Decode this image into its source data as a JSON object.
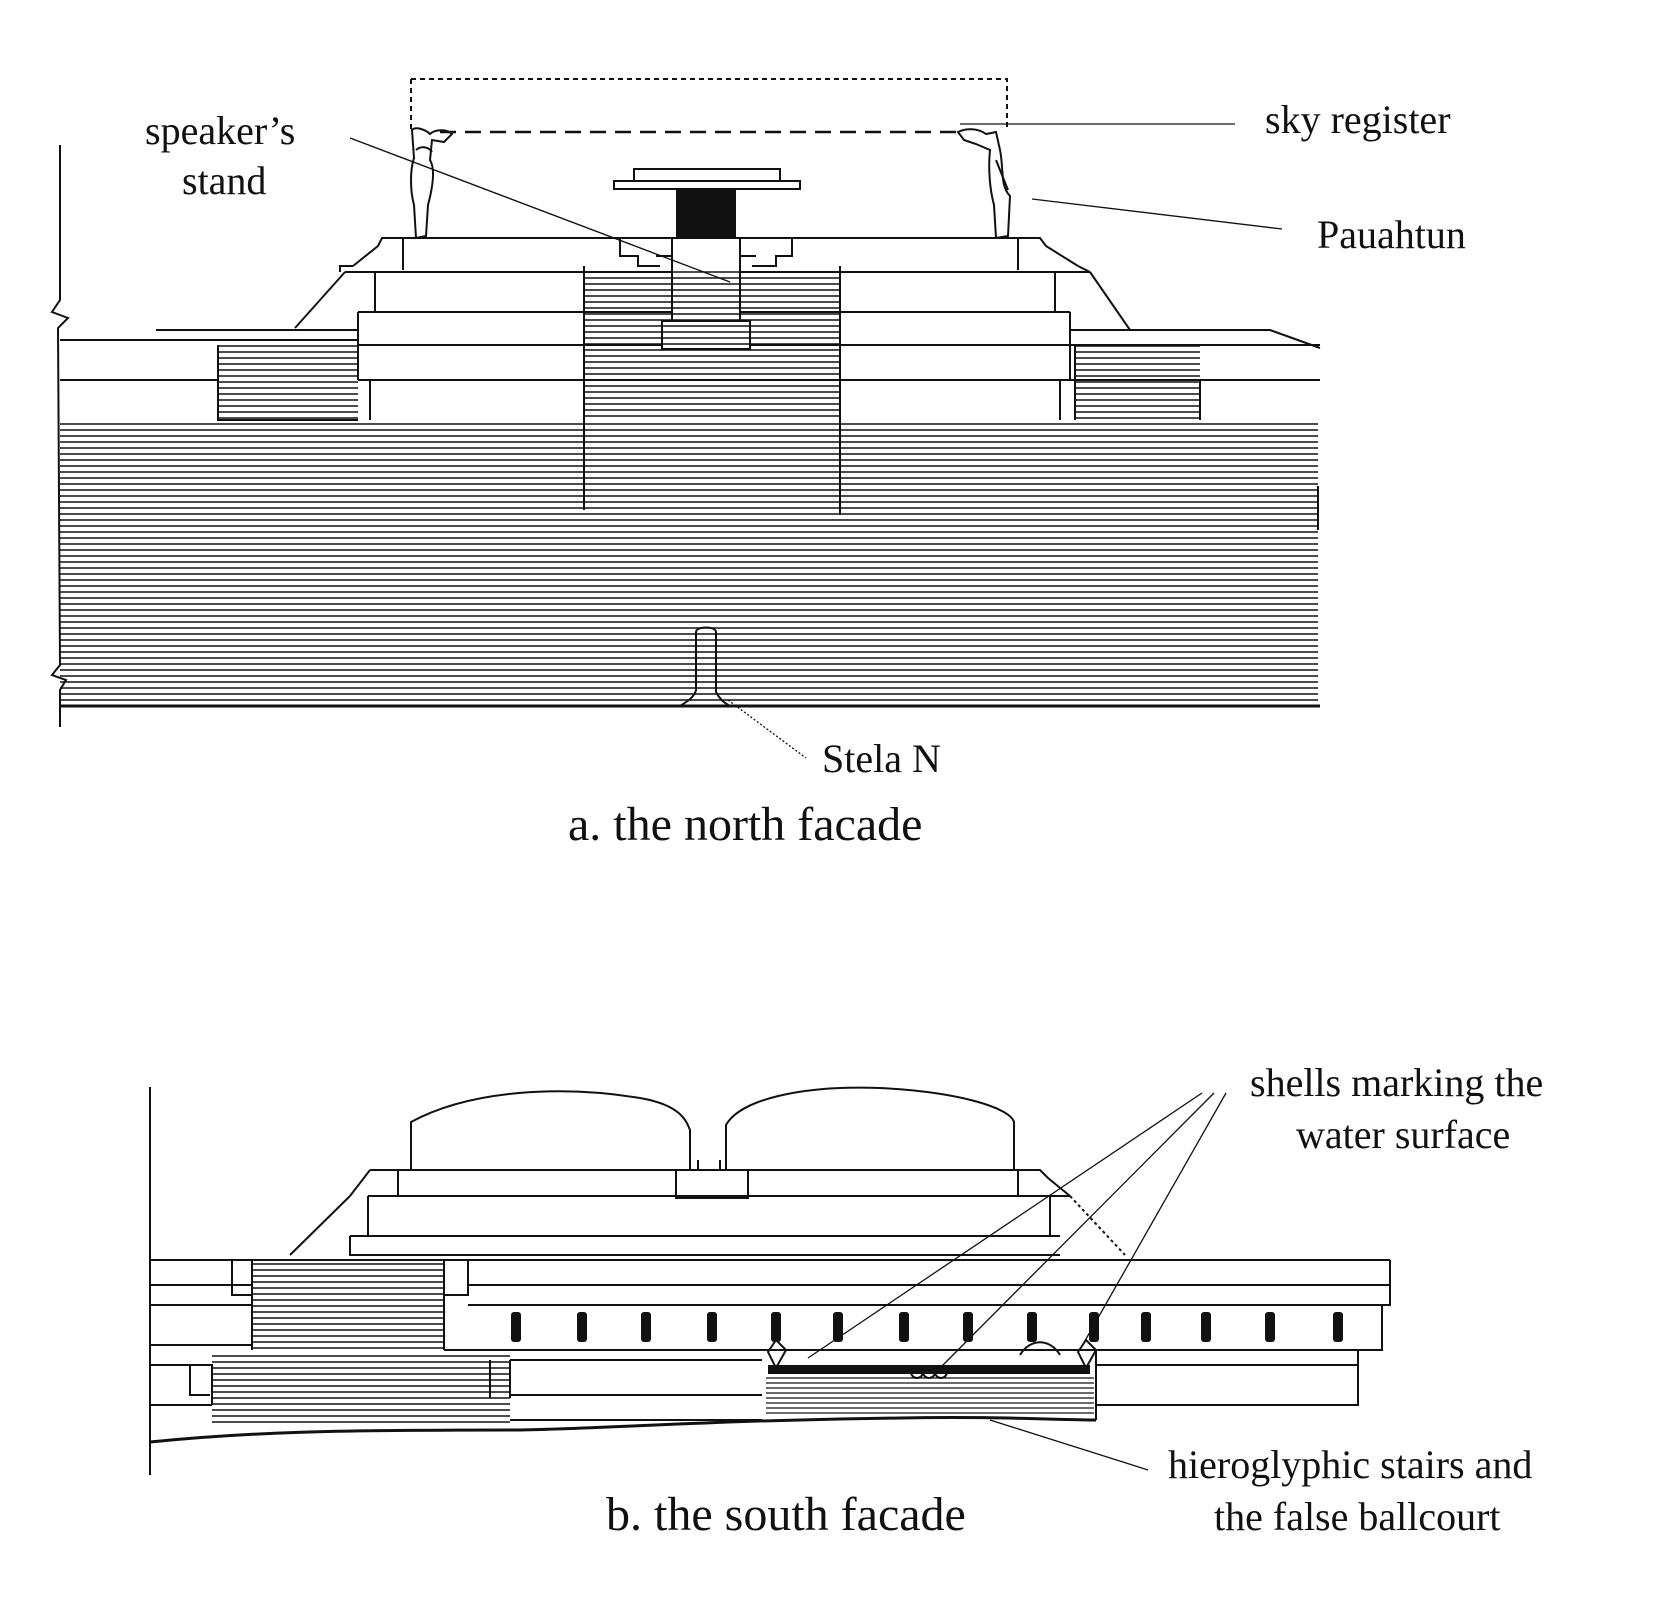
{
  "north": {
    "caption": "a. the north facade",
    "labels": {
      "speaker_line1": "speaker’s",
      "speaker_line2": "stand",
      "sky_register": "sky register",
      "pauahtun": "Pauahtun",
      "stela": "Stela N"
    }
  },
  "south": {
    "caption": "b. the south facade",
    "labels": {
      "shells_line1": "shells marking the",
      "shells_line2": "water surface",
      "stairs_line1": "hieroglyphic stairs and",
      "stairs_line2": "the false ballcourt"
    }
  }
}
